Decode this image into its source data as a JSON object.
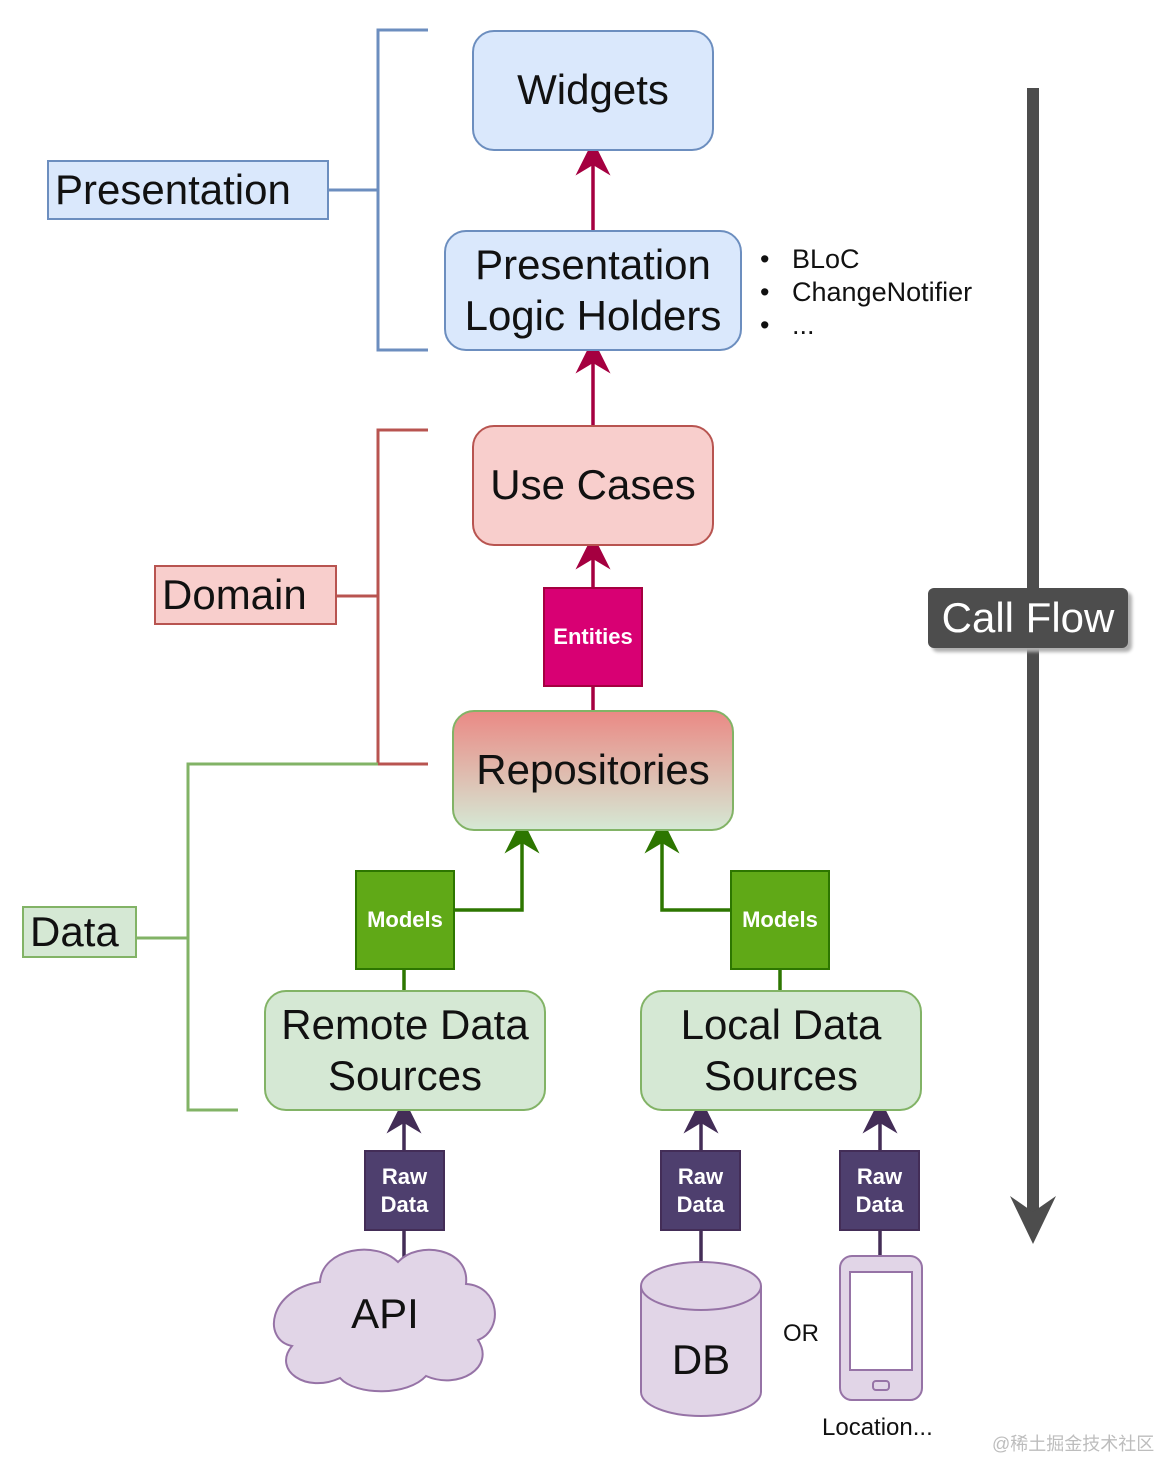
{
  "layers": {
    "presentation": "Presentation",
    "domain": "Domain",
    "data": "Data"
  },
  "nodes": {
    "widgets": "Widgets",
    "presentation_logic_line1": "Presentation",
    "presentation_logic_line2": "Logic Holders",
    "use_cases": "Use Cases",
    "repositories": "Repositories",
    "remote_line1": "Remote Data",
    "remote_line2": "Sources",
    "local_line1": "Local Data",
    "local_line2": "Sources",
    "api": "API",
    "db": "DB",
    "device_caption": "Location..."
  },
  "edge_labels": {
    "entities": "Entities",
    "models": "Models",
    "raw_line1": "Raw",
    "raw_line2": "Data"
  },
  "logic_holder_examples": [
    "BLoC",
    "ChangeNotifier",
    "..."
  ],
  "or_text": "OR",
  "call_flow": "Call Flow",
  "watermark": "@稀土掘金技术社区",
  "colors": {
    "presentation": "#6c8ebf",
    "domain": "#b85450",
    "data": "#82b366",
    "entities": "#d80073",
    "models": "#60a917",
    "raw_data": "#4e3f6e",
    "call_flow": "#4d4d4d"
  }
}
